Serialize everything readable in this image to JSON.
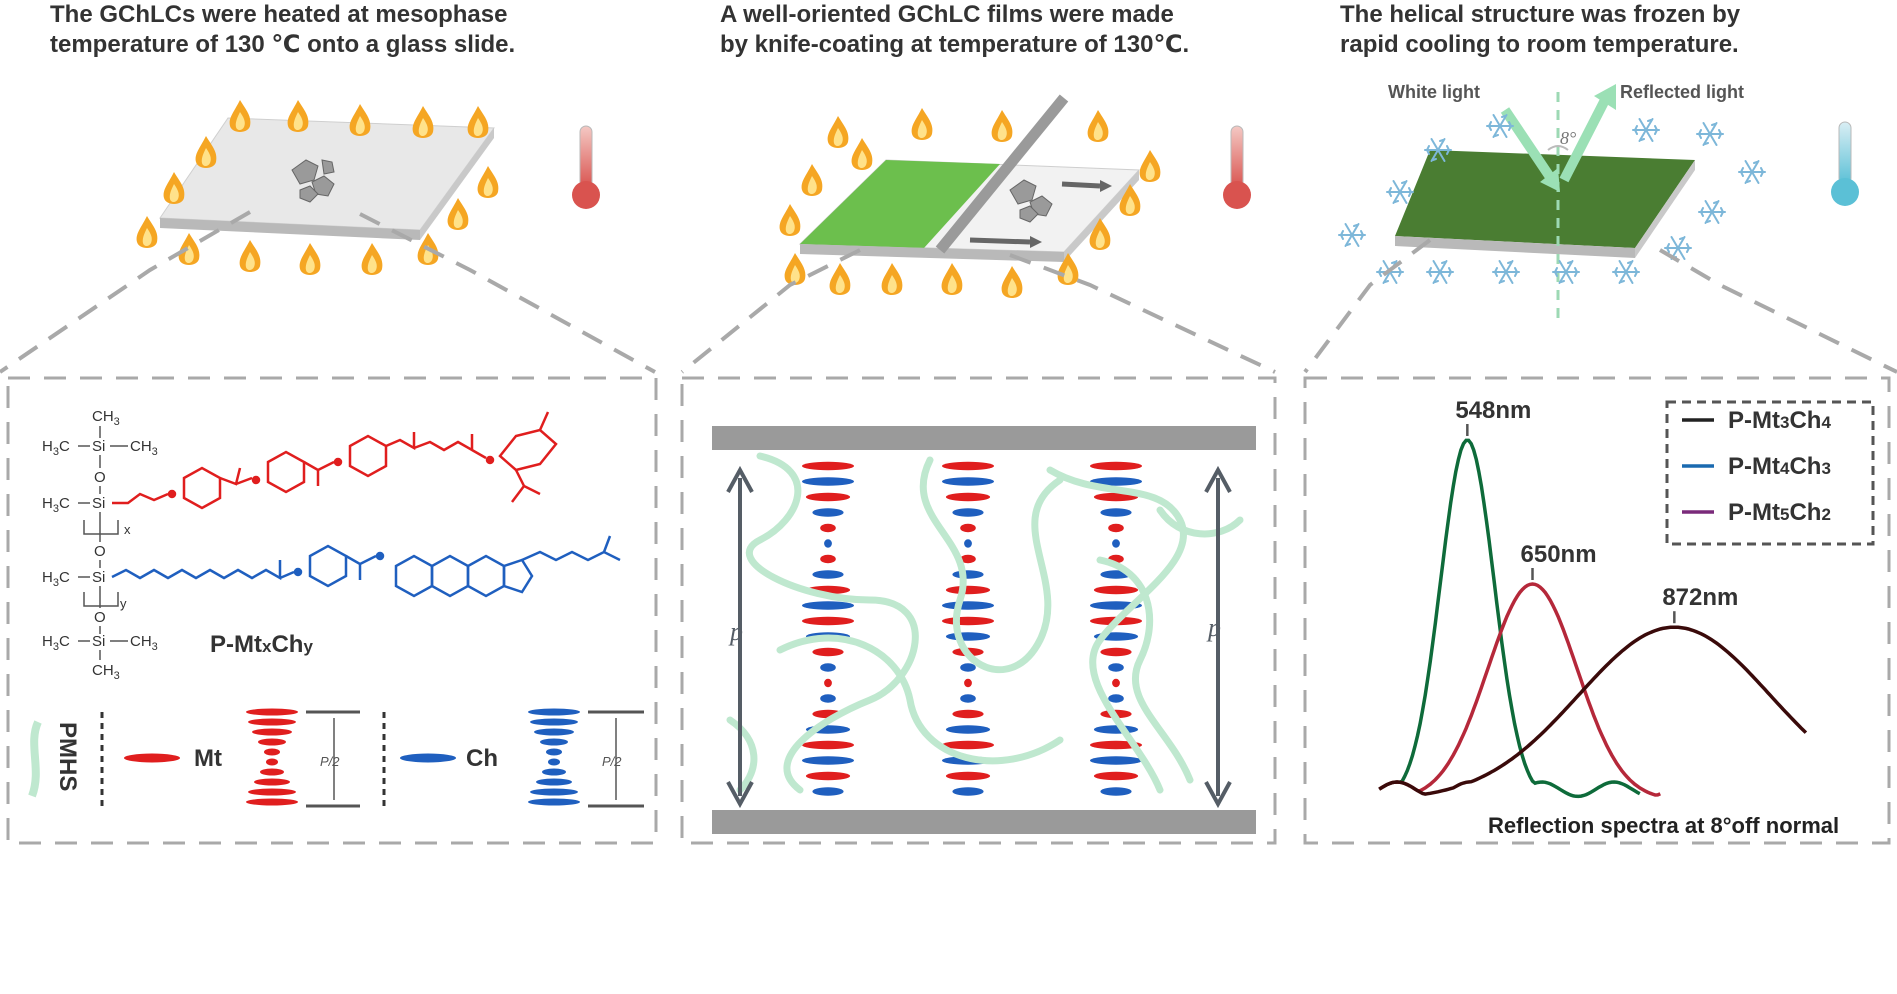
{
  "captions": {
    "step1": [
      "The GChLCs were heated at mesophase",
      "temperature of 130 ℃ onto a glass slide."
    ],
    "step2": [
      "A well-oriented GChLC films were made",
      "by knife-coating at temperature of 130℃."
    ],
    "step3": [
      "The helical  structure was frozen by",
      "rapid cooling to room temperature."
    ]
  },
  "step3_labels": {
    "white_light": "White light",
    "reflected_light": "Reflected light",
    "angle": "8°"
  },
  "chem": {
    "ch3_top": "CH",
    "h3c": "H",
    "c3": "C",
    "si": "Si",
    "o": "O",
    "x": "x",
    "y": "y",
    "ch3": "CH",
    "sub3": "3",
    "name_prefix": "P-Mt",
    "name_x": "x",
    "name_mid": "Ch",
    "name_y": "y"
  },
  "legend_bottom": {
    "pmhs": "PMHS",
    "mt": "Mt",
    "ch": "Ch",
    "half_pitch": "P/2"
  },
  "panel2": {
    "pitch_left": "p",
    "pitch_right": "p"
  },
  "colors": {
    "mt": "#e01e1e",
    "ch": "#1f5fbf",
    "pmhs": "#bfe8cf",
    "green_film": "#6cbf4d",
    "dark_film": "#4a7d32"
  },
  "chart_data": {
    "type": "line",
    "title": "Reflection spectra at 8°off normal",
    "xlabel": "",
    "ylabel": "",
    "legend_position": "top-right",
    "series": [
      {
        "name": "P-Mt3Ch4",
        "legend_base": "P-Mt",
        "legend_sub1": "3",
        "legend_mid": "Ch",
        "legend_sub2": "4",
        "color": "#3a0a0a",
        "peak_label": "872nm",
        "peak": 872,
        "width": 190,
        "baseline_pts": [
          [
            -80,
            0.07
          ],
          [
            -55,
            0.04
          ]
        ]
      },
      {
        "name": "P-Mt4Ch3",
        "legend_base": "P-Mt",
        "legend_sub1": "4",
        "legend_mid": "Ch",
        "legend_sub2": "3",
        "color": "#1a6ab0",
        "peak_label": "650nm",
        "peak": 650,
        "width": 90
      },
      {
        "name": "P-Mt5Ch2",
        "legend_base": "P-Mt",
        "legend_sub1": "5",
        "legend_mid": "Ch",
        "legend_sub2": "2",
        "color": "#7a2a7a",
        "peak_label": "548nm",
        "peak": 548,
        "width": 45
      }
    ],
    "curves": [
      {
        "color": "#0e6b3a",
        "peak_x": 548,
        "peak_y": 1.0,
        "sigma": 42
      },
      {
        "color": "#b5283a",
        "peak_x": 650,
        "peak_y": 0.6,
        "sigma": 70
      },
      {
        "color": "#3a0a0a",
        "peak_x": 872,
        "peak_y": 0.48,
        "sigma": 150
      }
    ]
  }
}
